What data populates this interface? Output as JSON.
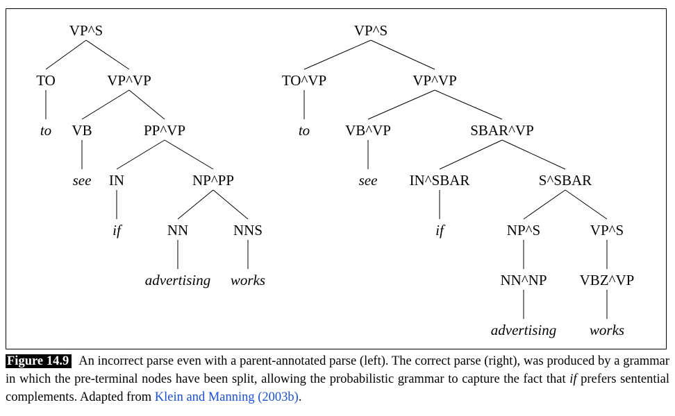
{
  "trees": [
    {
      "nodes": [
        {
          "id": "l1",
          "label": "VP^S"
        },
        {
          "id": "l2",
          "label": "TO",
          "parent": "l1"
        },
        {
          "id": "l3",
          "label": "to",
          "parent": "l2",
          "leaf": true
        },
        {
          "id": "l4",
          "label": "VP^VP",
          "parent": "l1"
        },
        {
          "id": "l5",
          "label": "VB",
          "parent": "l4"
        },
        {
          "id": "l6",
          "label": "see",
          "parent": "l5",
          "leaf": true
        },
        {
          "id": "l7",
          "label": "PP^VP",
          "parent": "l4"
        },
        {
          "id": "l8",
          "label": "IN",
          "parent": "l7"
        },
        {
          "id": "l9",
          "label": "if",
          "parent": "l8",
          "leaf": true
        },
        {
          "id": "l10",
          "label": "NP^PP",
          "parent": "l7"
        },
        {
          "id": "l11",
          "label": "NN",
          "parent": "l10"
        },
        {
          "id": "l12",
          "label": "advertising",
          "parent": "l11",
          "leaf": true
        },
        {
          "id": "l13",
          "label": "NNS",
          "parent": "l10"
        },
        {
          "id": "l14",
          "label": "works",
          "parent": "l13",
          "leaf": true
        }
      ]
    },
    {
      "nodes": [
        {
          "id": "r1",
          "label": "VP^S"
        },
        {
          "id": "r2",
          "label": "TO^VP",
          "parent": "r1"
        },
        {
          "id": "r3",
          "label": "to",
          "parent": "r2",
          "leaf": true
        },
        {
          "id": "r4",
          "label": "VP^VP",
          "parent": "r1"
        },
        {
          "id": "r5",
          "label": "VB^VP",
          "parent": "r4"
        },
        {
          "id": "r6",
          "label": "see",
          "parent": "r5",
          "leaf": true
        },
        {
          "id": "r7",
          "label": "SBAR^VP",
          "parent": "r4"
        },
        {
          "id": "r8",
          "label": "IN^SBAR",
          "parent": "r7"
        },
        {
          "id": "r9",
          "label": "if",
          "parent": "r8",
          "leaf": true
        },
        {
          "id": "r10",
          "label": "S^SBAR",
          "parent": "r7"
        },
        {
          "id": "r11",
          "label": "NP^S",
          "parent": "r10"
        },
        {
          "id": "r12",
          "label": "NN^NP",
          "parent": "r11"
        },
        {
          "id": "r13",
          "label": "advertising",
          "parent": "r12",
          "leaf": true
        },
        {
          "id": "r14",
          "label": "VP^S",
          "parent": "r10"
        },
        {
          "id": "r15",
          "label": "VBZ^VP",
          "parent": "r14"
        },
        {
          "id": "r16",
          "label": "works",
          "parent": "r15",
          "leaf": true
        }
      ]
    }
  ],
  "caption": {
    "tag": "Figure 14.9",
    "text_before_if": "An incorrect parse even with a parent-annotated parse (left).  The correct parse (right), was produced by a grammar in which the pre-terminal nodes have been split, allowing the probabilistic grammar to capture the fact that ",
    "if_word": "if",
    "text_after_if": " prefers sentential complements. Adapted from ",
    "citation": "Klein and Manning (2003b)",
    "end": "."
  }
}
